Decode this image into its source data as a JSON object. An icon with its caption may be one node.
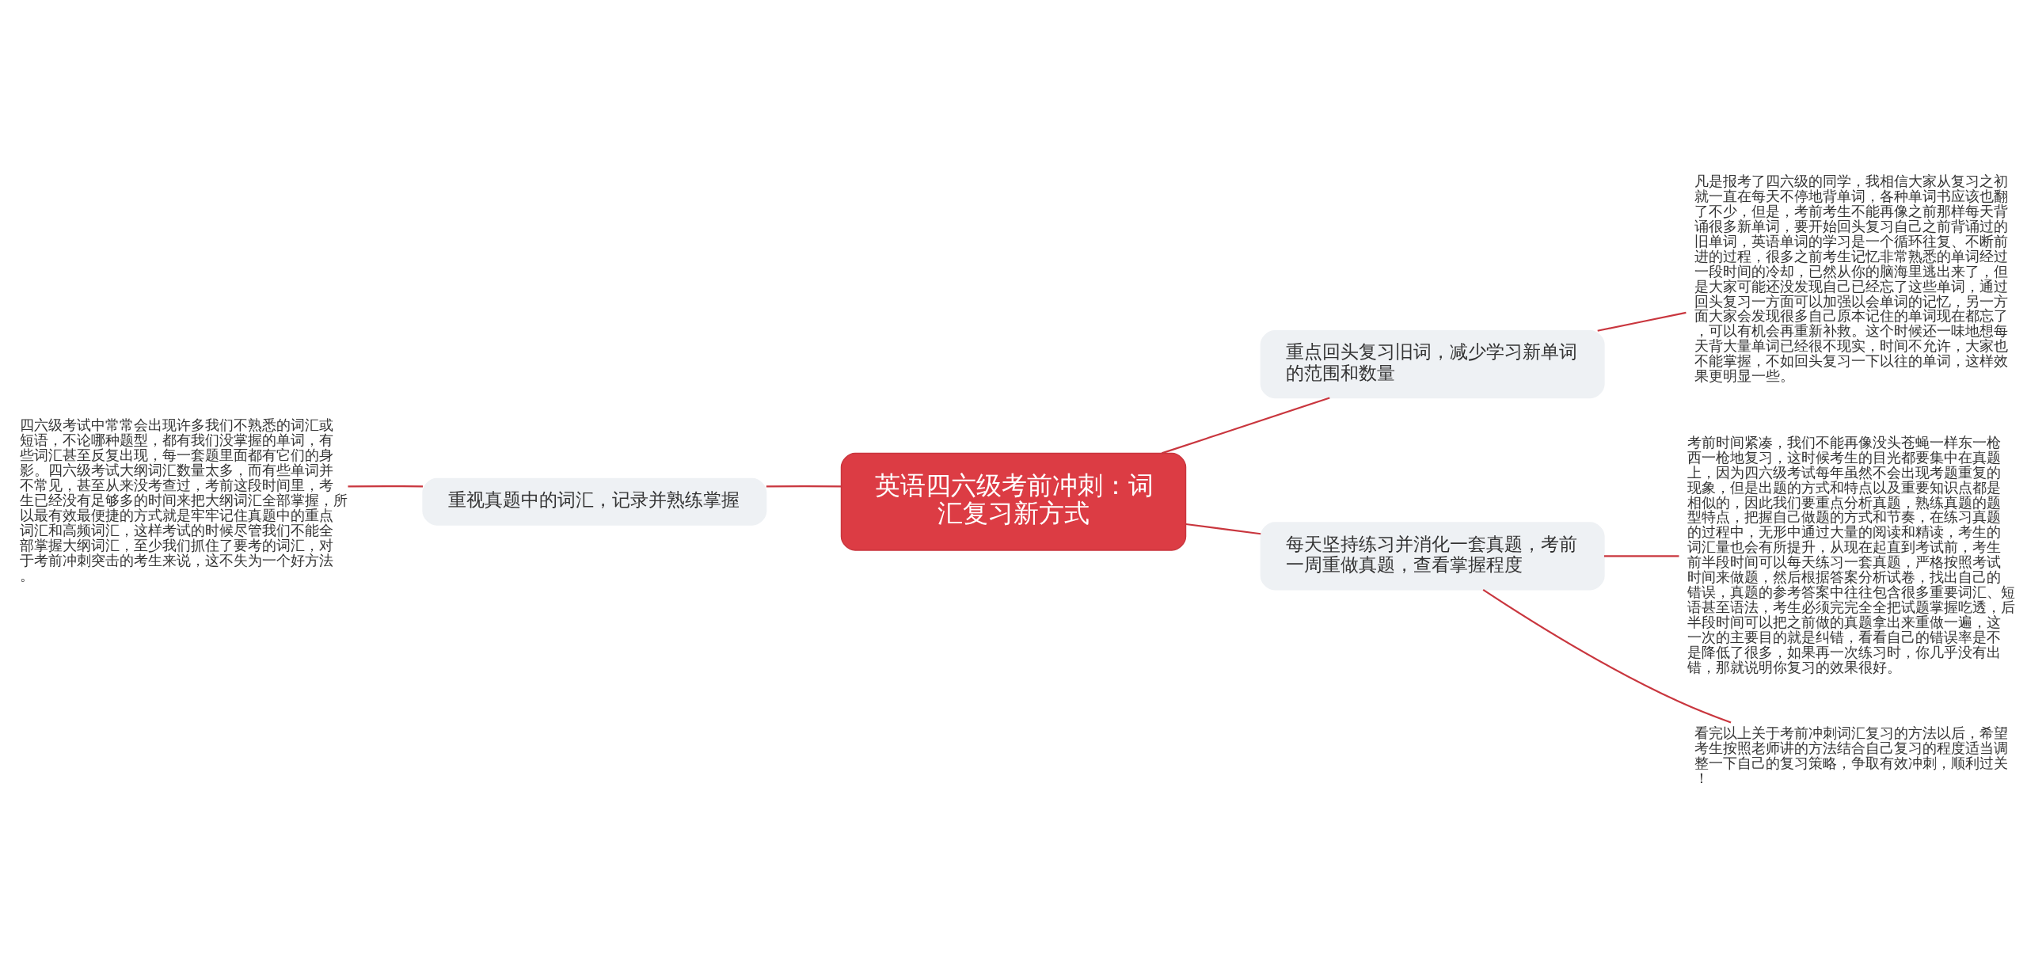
{
  "diagram": {
    "nodes": [
      {
        "text": [
          "英语四六级考前冲刺：词汇复习新方式"
        ]
      },
      {
        "text": [
          "重点回头复习旧词，减少学习新单词的范围和数量"
        ]
      },
      {
        "text": [
          "凡是报考了四六级的同学，我相信大家从复习之初就一直在每天不停地背单词，各种单词书应该也翻了不少，但是，考前考生不能再像之前那样每天背诵很多新单词，要开始回头复习自己之前背诵过的旧单词，英语单词的学习是一个循环往复、不断前进的过程，很多之前考生记忆非常熟悉的单词经过一段时间的冷却，已然从你的脑海里逃出来了，但是大家可能还没发现自己已经忘了这些单词，通过回头复习一方面可以加强以会单词的记忆，另一方面大家会发现很多自己原本记住的单词现在都忘了，可以有机会再重新补救。这个时候还一味地想每天背大量单词已经很不现实，时间不允许，大家也不能掌握，不如回头复习一下以往的单词，这样效果更明显一些。"
        ]
      },
      {
        "text": [
          "每天坚持练习并消化一套真题，考前一周重做真题，查看掌握程度"
        ]
      },
      {
        "text": [
          "考前时间紧凑，我们不能再像没头苍蝇一样东一枪西一枪地复习，这时候考生的目光都要集中在真题上，因为四六级考试每年虽然不会出现考题重复的现象，但是出题的方式和特点以及重要知识点都是相似的，因此我们要重点分析真题，熟练真题的题型特点，把握自己做题的方式和节奏，在练习真题的过程中，无形中通过大量的阅读和精读，考生的词汇量也会有所提升，从现在起直到考试前，考生前半段时间可以每天练习一套真题，严格按照考试时间来做题，然后根据答案分析试卷，找出自己的错误，真题的参考答案中往往包含很多重要词汇、短语甚至语法，考生必须完完全全把试题掌握吃透，后半段时间可以把之前做的真题拿出来重做一遍，这一次的主要目的就是纠错，看看自己的错误率是不是降低了很多，如果再一次练习时，你几乎没有出错，那就说明你复习的效果很好。"
        ]
      },
      {
        "text": [
          "看完以上关于考前冲刺词汇复习的方法以后，希望考生按照老师讲的方法结合自己复习的程度适当调整一下自己的复习策略，争取有效冲刺，顺利过关！"
        ]
      },
      {
        "text": [
          "重视真题中的词汇，记录并熟练掌握"
        ]
      },
      {
        "text": [
          "四六级考试中常常会出现许多我们不熟悉的词汇或短语，不论哪种题型，都有我们没掌握的单词，有些词汇甚至反复出现，每一套题里面都有它们的身影。四六级考试大纲词汇数量太多，而有些单词并不常见，甚至从来没考查过，考前这段时间里，考生已经没有足够多的时间来把大纲词汇全部掌握，所以最有效最便捷的方式就是牢牢记住真题中的重点词汇和高频词汇，这样考试的时候尽管我们不能全部掌握大纲词汇，至少我们抓住了要考的词汇，对于考前冲刺突击的考生来说，这不失为一个好方法。"
        ]
      }
    ],
    "edges": [
      {
        "from": 0,
        "to": 1,
        "arrow": "none"
      },
      {
        "from": 1,
        "to": 2,
        "arrow": "none"
      },
      {
        "from": 0,
        "to": 3,
        "arrow": "none"
      },
      {
        "from": 3,
        "to": 4,
        "arrow": "none"
      },
      {
        "from": 3,
        "to": 5,
        "arrow": "none"
      },
      {
        "from": 0,
        "to": 6,
        "arrow": "none"
      },
      {
        "from": 6,
        "to": 7,
        "arrow": "none"
      }
    ]
  }
}
